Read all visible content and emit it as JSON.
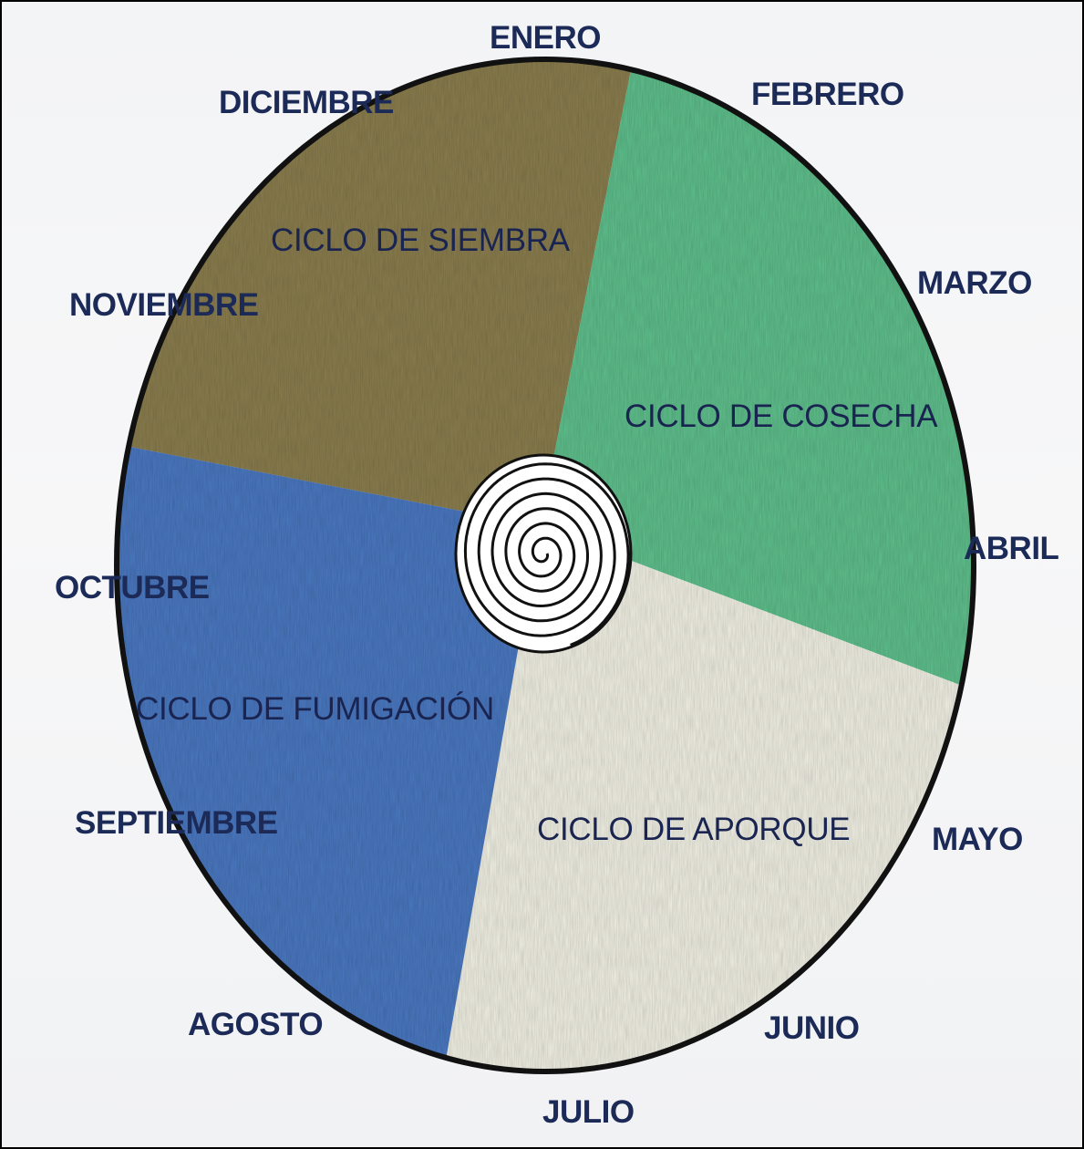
{
  "months": {
    "enero": "ENERO",
    "febrero": "FEBRERO",
    "marzo": "MARZO",
    "abril": "ABRIL",
    "mayo": "MAYO",
    "junio": "JUNIO",
    "julio": "JULIO",
    "agosto": "AGOSTO",
    "septiembre": "SEPTIEMBRE",
    "octubre": "OCTUBRE",
    "noviembre": "NOVIEMBRE",
    "diciembre": "DICIEMBRE"
  },
  "cycles": {
    "siembra": {
      "label": "CICLO DE SIEMBRA",
      "color": "#8a7d4e"
    },
    "cosecha": {
      "label": "CICLO DE COSECHA",
      "color": "#5fbf8c"
    },
    "aporque": {
      "label": "CICLO DE APORQUE",
      "color": "#f1f0e4"
    },
    "fumigacion": {
      "label": "CICLO DE FUMIGACIÓN",
      "color": "#4a78c0"
    }
  },
  "colors": {
    "text": "#1c2a57",
    "outline": "#111111",
    "paper": "#f4f5f7"
  },
  "center_icon": "spiral-icon"
}
